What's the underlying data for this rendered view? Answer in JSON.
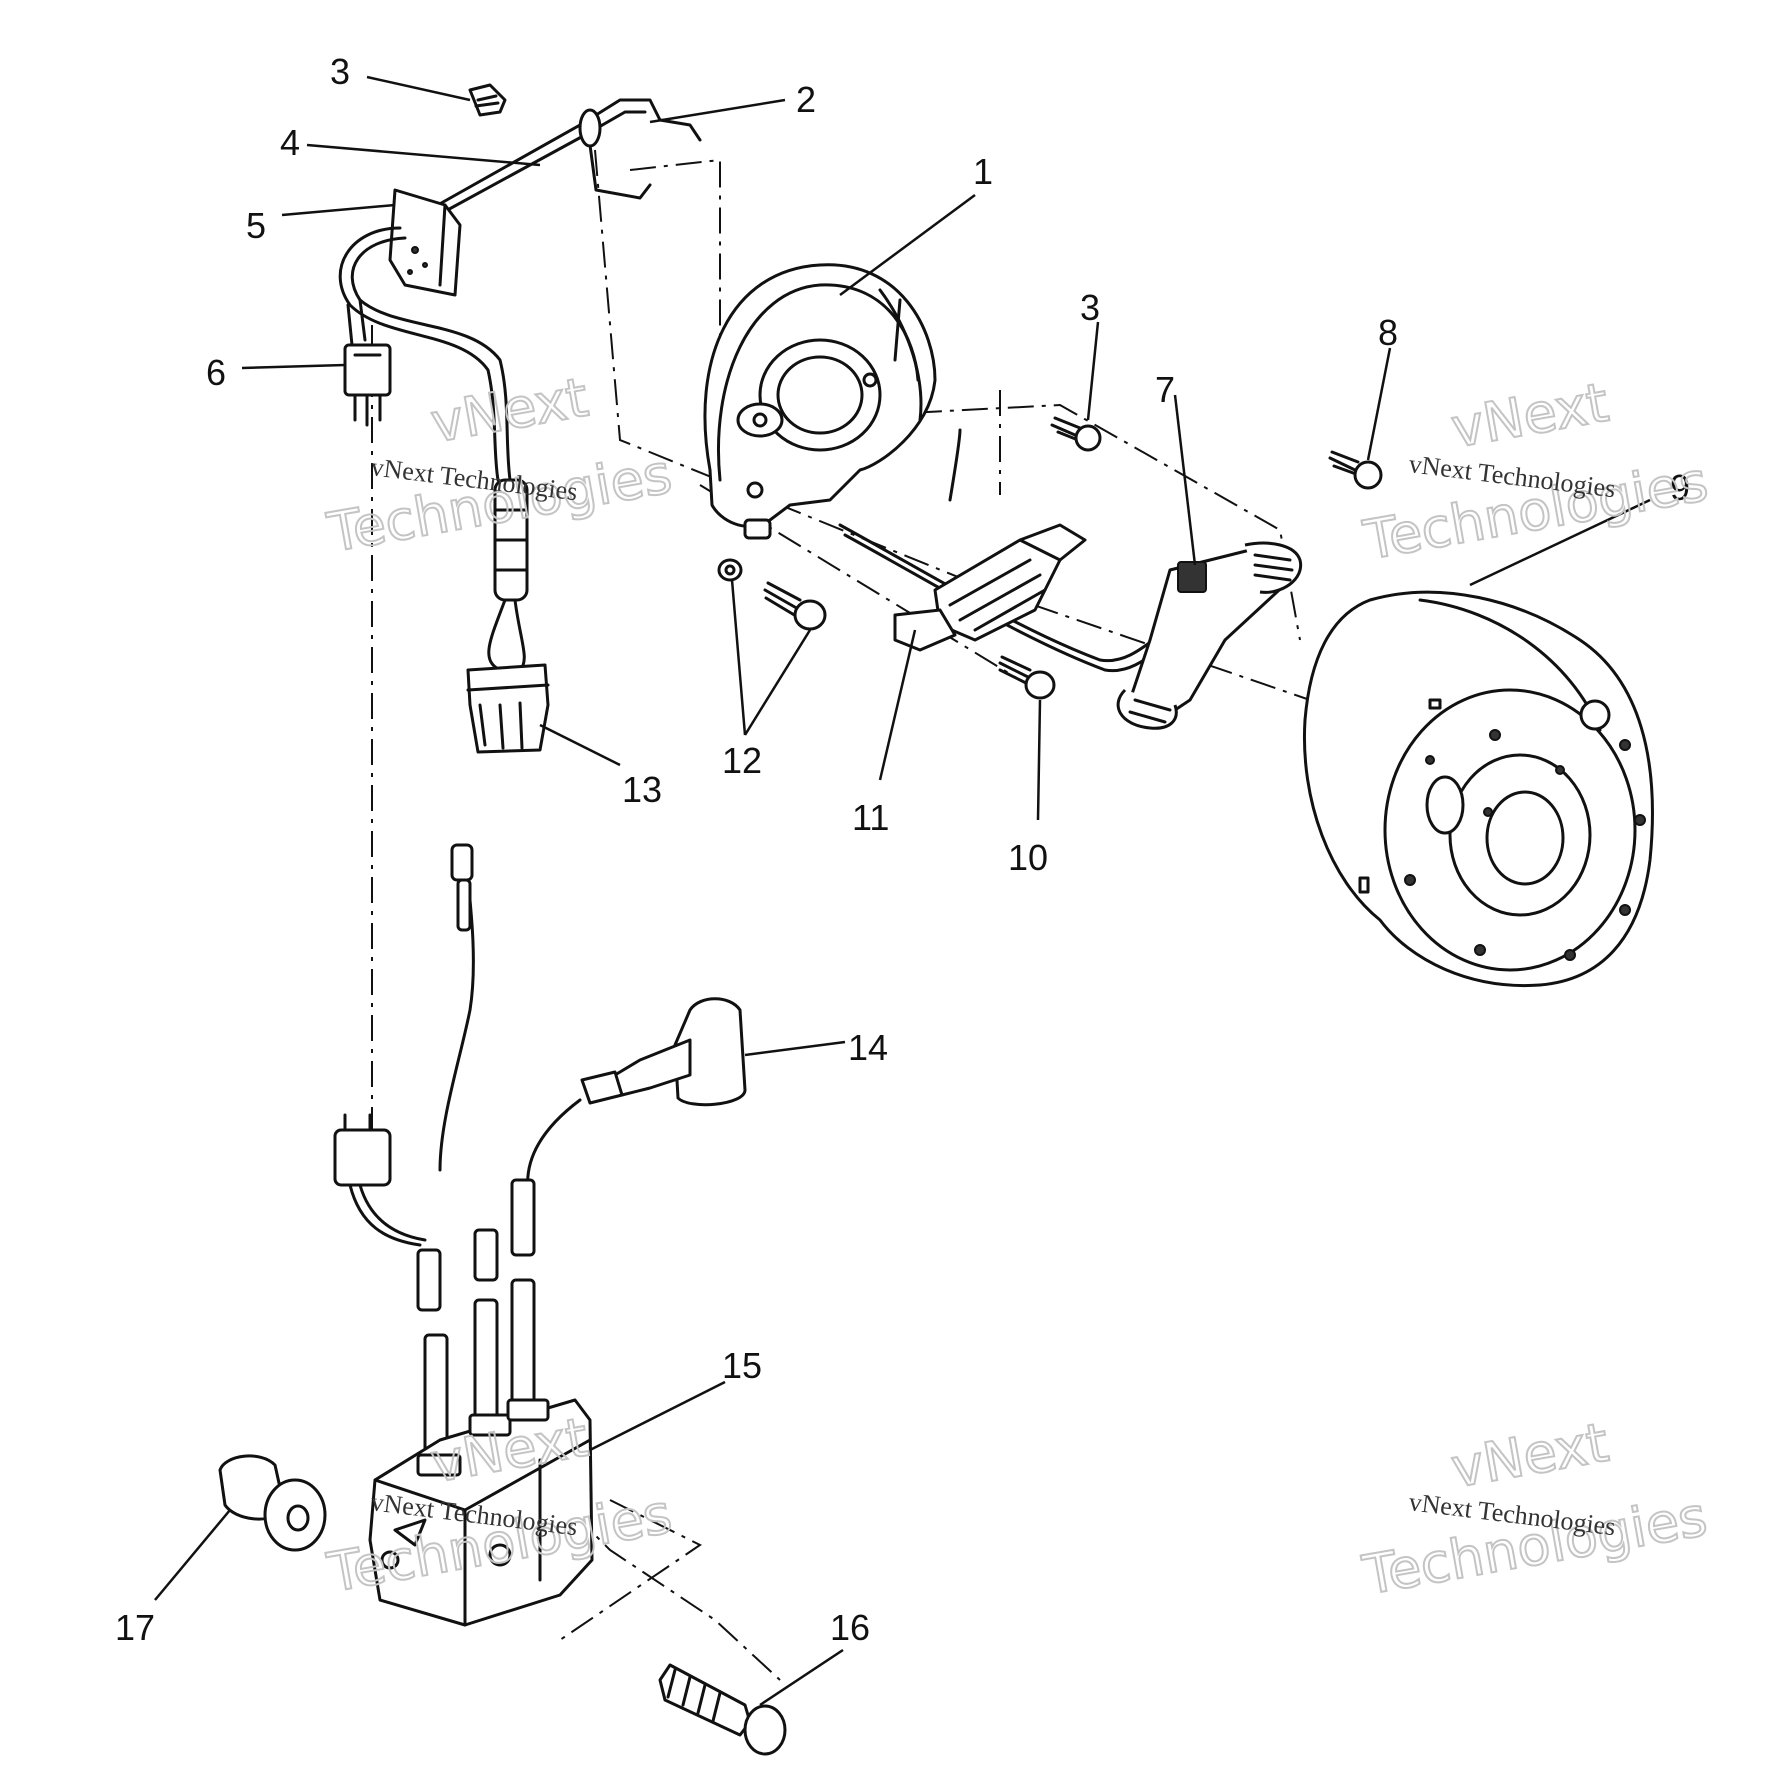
{
  "watermark": {
    "line": "vNext Technologies",
    "big_top": "vNext",
    "big_bottom": "Technologies"
  },
  "callouts": [
    "1",
    "2",
    "3",
    "3",
    "4",
    "5",
    "6",
    "7",
    "8",
    "9",
    "10",
    "11",
    "12",
    "13",
    "14",
    "15",
    "16",
    "17"
  ]
}
